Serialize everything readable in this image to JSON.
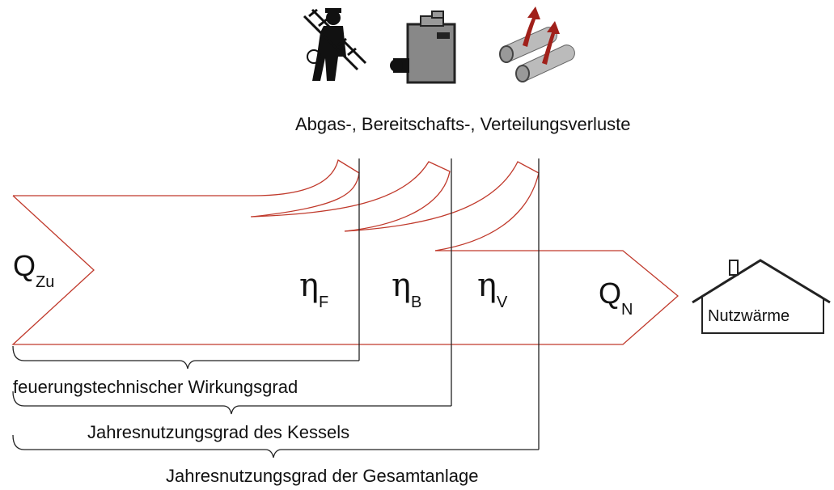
{
  "losses_label": "Abgas-, Bereitschafts-, Verteilungsverluste",
  "icons": [
    "chimney-sweep-icon",
    "boiler-icon",
    "heat-pipes-icon"
  ],
  "colors": {
    "flow": "#c0392b",
    "line": "#222222",
    "arrow": "#a0201a"
  },
  "symbols": {
    "q_in": {
      "main": "Q",
      "sub": "Zu"
    },
    "eta_f": {
      "main": "η",
      "sub": "F"
    },
    "eta_b": {
      "main": "η",
      "sub": "B"
    },
    "eta_v": {
      "main": "η",
      "sub": "V"
    },
    "q_out": {
      "main": "Q",
      "sub": "N"
    }
  },
  "house_label": "Nutzwärme",
  "brackets": [
    {
      "label": "feuerungstechnischer Wirkungsgrad"
    },
    {
      "label": "Jahresnutzungsgrad des Kessels"
    },
    {
      "label": "Jahresnutzungsgrad der Gesamtanlage"
    }
  ]
}
